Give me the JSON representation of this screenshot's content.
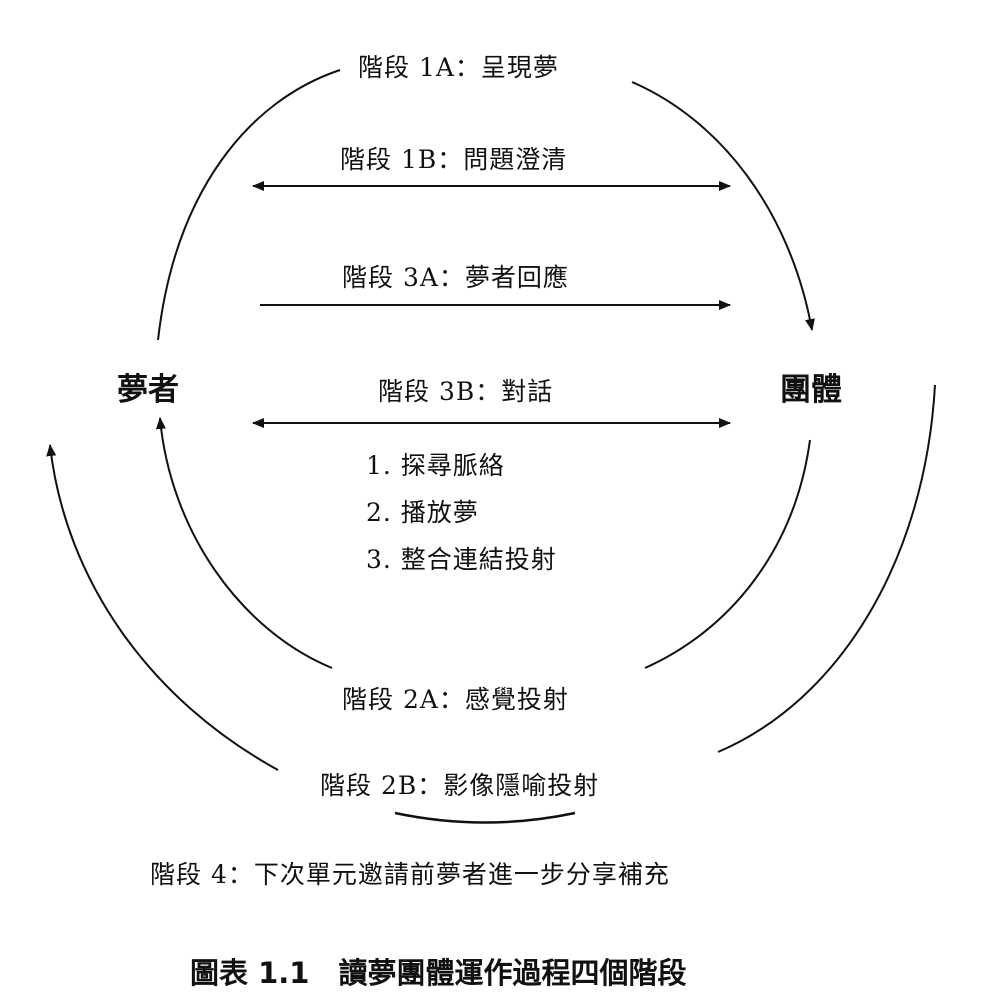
{
  "nodes": {
    "dreamer": "夢者",
    "group": "團體"
  },
  "stages": {
    "s1a": "階段 1A：呈現夢",
    "s1b": "階段 1B：問題澄清",
    "s3a": "階段 3A：夢者回應",
    "s3b": "階段 3B：對話",
    "s2a": "階段 2A：感覺投射",
    "s2b": "階段 2B：影像隱喻投射",
    "s4": "階段 4：下次單元邀請前夢者進一步分享補充"
  },
  "dialogue_steps": [
    "1. 探尋脈絡",
    "2. 播放夢",
    "3. 整合連結投射"
  ],
  "caption": "圖表 1.1　讀夢團體運作過程四個階段"
}
